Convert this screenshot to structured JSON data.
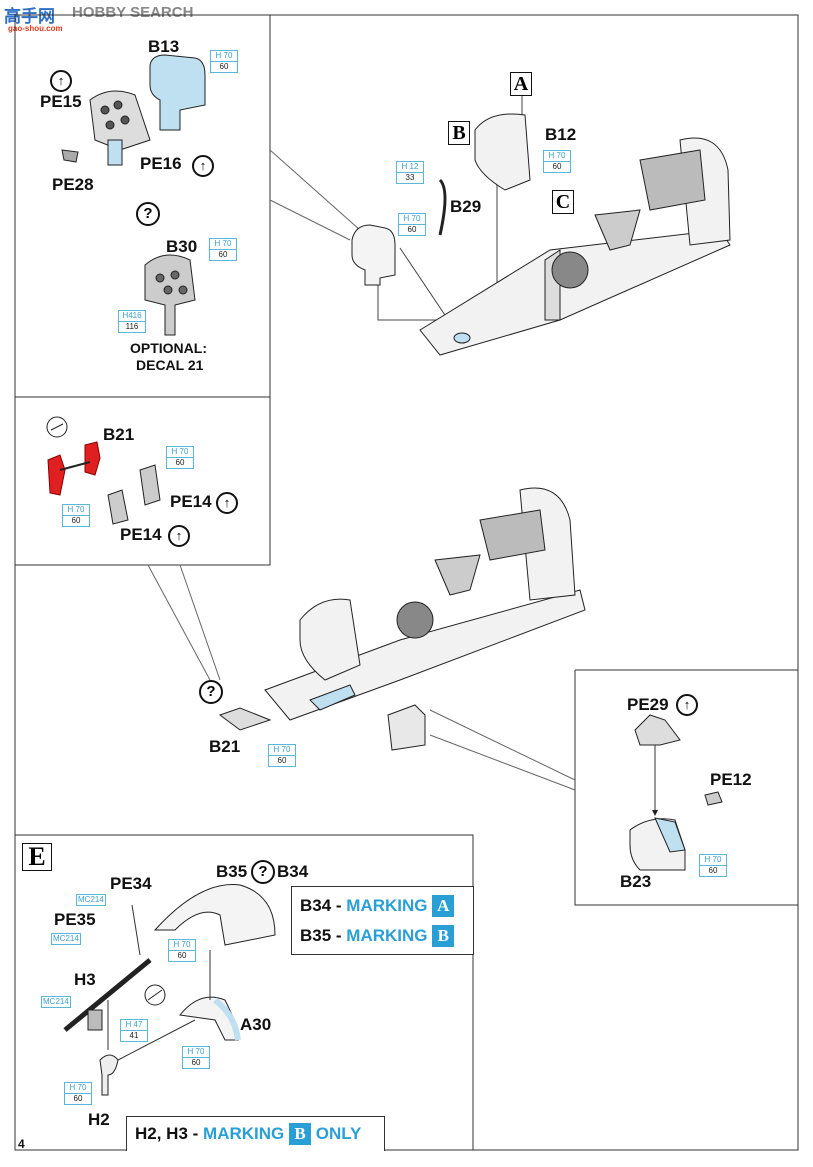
{
  "watermark": {
    "logo_text": "高手网",
    "site": "gao-shou.com",
    "brand": "HOBBY SEARCH"
  },
  "page_number": "4",
  "colors": {
    "paint_callout": "#3aa0cf",
    "marking": "#2a9fd6",
    "highlight_part": "#bfe0f0",
    "red_part": "#e02020"
  },
  "top_left_panel": {
    "b13": "B13",
    "pe15": "PE15",
    "pe16": "PE16",
    "pe28": "PE28",
    "option_symbol": "?",
    "b30": "B30",
    "optional_line1": "OPTIONAL:",
    "optional_line2": "DECAL 21",
    "paint_b13": {
      "top": "H 70",
      "bottom": "60"
    },
    "paint_b30": {
      "top": "H 70",
      "bottom": "60"
    },
    "paint_b30_h416": {
      "top": "H416",
      "bottom": "116"
    }
  },
  "main_top": {
    "step_a": "A",
    "step_b": "B",
    "step_c": "C",
    "b12": "B12",
    "b29": "B29",
    "paint_b29_top": {
      "top": "H 12",
      "bottom": "33"
    },
    "paint_b29": {
      "top": "H 70",
      "bottom": "60"
    },
    "paint_b12": {
      "top": "H 70",
      "bottom": "60"
    }
  },
  "mid_left_panel": {
    "b21": "B21",
    "pe14_a": "PE14",
    "pe14_b": "PE14",
    "paint_1": {
      "top": "H 70",
      "bottom": "60"
    },
    "paint_2": {
      "top": "H 70",
      "bottom": "60"
    }
  },
  "main_bottom": {
    "option_symbol": "?",
    "b21": "B21",
    "paint_b21": {
      "top": "H 70",
      "bottom": "60"
    }
  },
  "right_panel": {
    "pe29": "PE29",
    "pe12": "PE12",
    "b23": "B23",
    "paint_b23": {
      "top": "H 70",
      "bottom": "60"
    }
  },
  "panel_e": {
    "step": "E",
    "pe34": "PE34",
    "pe35": "PE35",
    "h3": "H3",
    "h2": "H2",
    "a30": "A30",
    "b35": "B35",
    "option_symbol": "?",
    "b34": "B34",
    "mc_pe34": "MC214",
    "mc_pe35": "MC214",
    "mc_h3": "MC214",
    "paint_b34": {
      "top": "H 70",
      "bottom": "60"
    },
    "paint_h3": {
      "top": "H 47",
      "bottom": "41"
    },
    "paint_a30": {
      "top": "H 70",
      "bottom": "60"
    },
    "paint_h2": {
      "top": "H 70",
      "bottom": "60"
    },
    "marking_note": [
      {
        "part": "B34 - ",
        "word": "MARKING",
        "letter": "A"
      },
      {
        "part": "B35 - ",
        "word": "MARKING",
        "letter": "B"
      }
    ],
    "only_note": {
      "part": "H2, H3 - ",
      "word": "MARKING",
      "letter": "B",
      "suffix": "ONLY"
    }
  }
}
